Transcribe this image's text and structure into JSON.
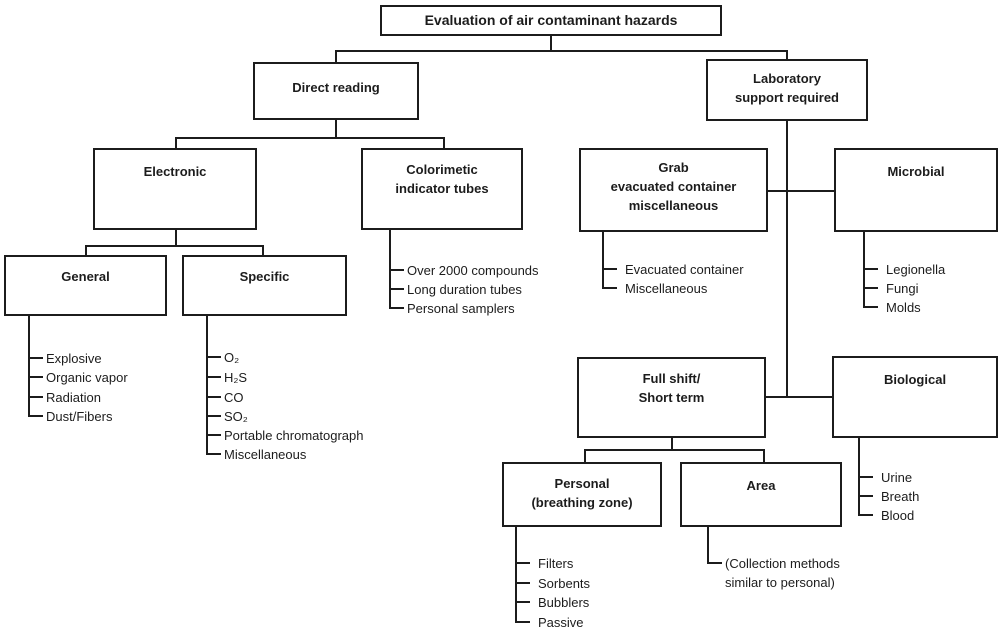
{
  "colors": {
    "ink": "#1c1c1c",
    "background": "#ffffff"
  },
  "nodes": {
    "root": {
      "label": "Evaluation of air contaminant hazards"
    },
    "direct_reading": {
      "label": "Direct reading"
    },
    "laboratory": {
      "lines": [
        "Laboratory",
        "support required"
      ]
    },
    "electronic": {
      "label": "Electronic"
    },
    "colorimetic": {
      "lines": [
        "Colorimetic",
        "indicator tubes"
      ]
    },
    "general": {
      "label": "General"
    },
    "specific": {
      "label": "Specific"
    },
    "grab": {
      "lines": [
        "Grab",
        "evacuated container",
        "miscellaneous"
      ]
    },
    "microbial": {
      "label": "Microbial"
    },
    "full_shift": {
      "lines": [
        "Full shift/",
        "Short term"
      ]
    },
    "biological": {
      "label": "Biological"
    },
    "personal": {
      "lines": [
        "Personal",
        "(breathing zone)"
      ]
    },
    "area": {
      "label": "Area"
    }
  },
  "lists": {
    "general": [
      "Explosive",
      "Organic vapor",
      "Radiation",
      "Dust/Fibers"
    ],
    "specific": [
      "O₂",
      "H₂S",
      "CO",
      "SO₂",
      "Portable chromatograph",
      "Miscellaneous"
    ],
    "colorimetic": [
      "Over 2000 compounds",
      "Long duration tubes",
      "Personal samplers"
    ],
    "grab": [
      "Evacuated container",
      "Miscellaneous"
    ],
    "microbial": [
      "Legionella",
      "Fungi",
      "Molds"
    ],
    "biological": [
      "Urine",
      "Breath",
      "Blood"
    ],
    "personal": [
      "Filters",
      "Sorbents",
      "Bubblers",
      "Passive"
    ],
    "area_note": [
      "(Collection methods",
      "similar to personal)"
    ]
  }
}
